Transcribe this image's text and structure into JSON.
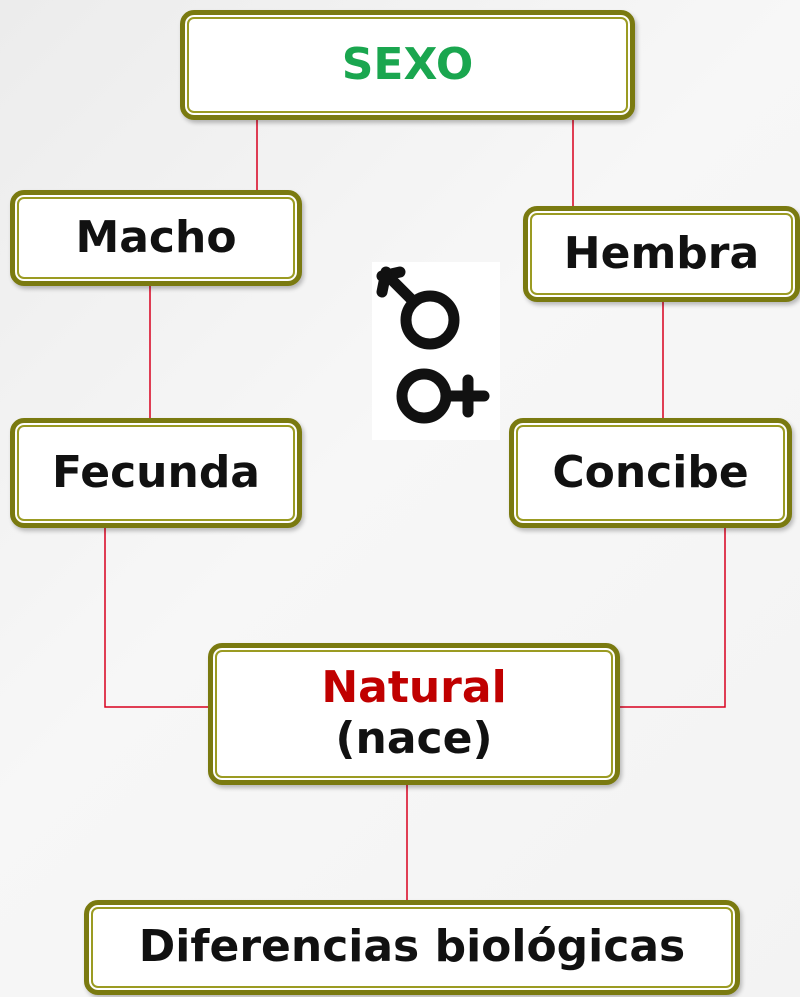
{
  "diagram": {
    "root": "SEXO",
    "left_branch": {
      "node": "Macho",
      "action": "Fecunda"
    },
    "right_branch": {
      "node": "Hembra",
      "action": "Concibe"
    },
    "center": {
      "title": "Natural",
      "subtitle": "(nace)"
    },
    "bottom": "Diferencias biológicas"
  },
  "icons": {
    "center_symbol": "male-female-symbol-icon"
  },
  "colors": {
    "root_text": "#1aa64f",
    "center_title": "#c00000",
    "border": "#7a7a10",
    "connector": "#d8001e"
  }
}
